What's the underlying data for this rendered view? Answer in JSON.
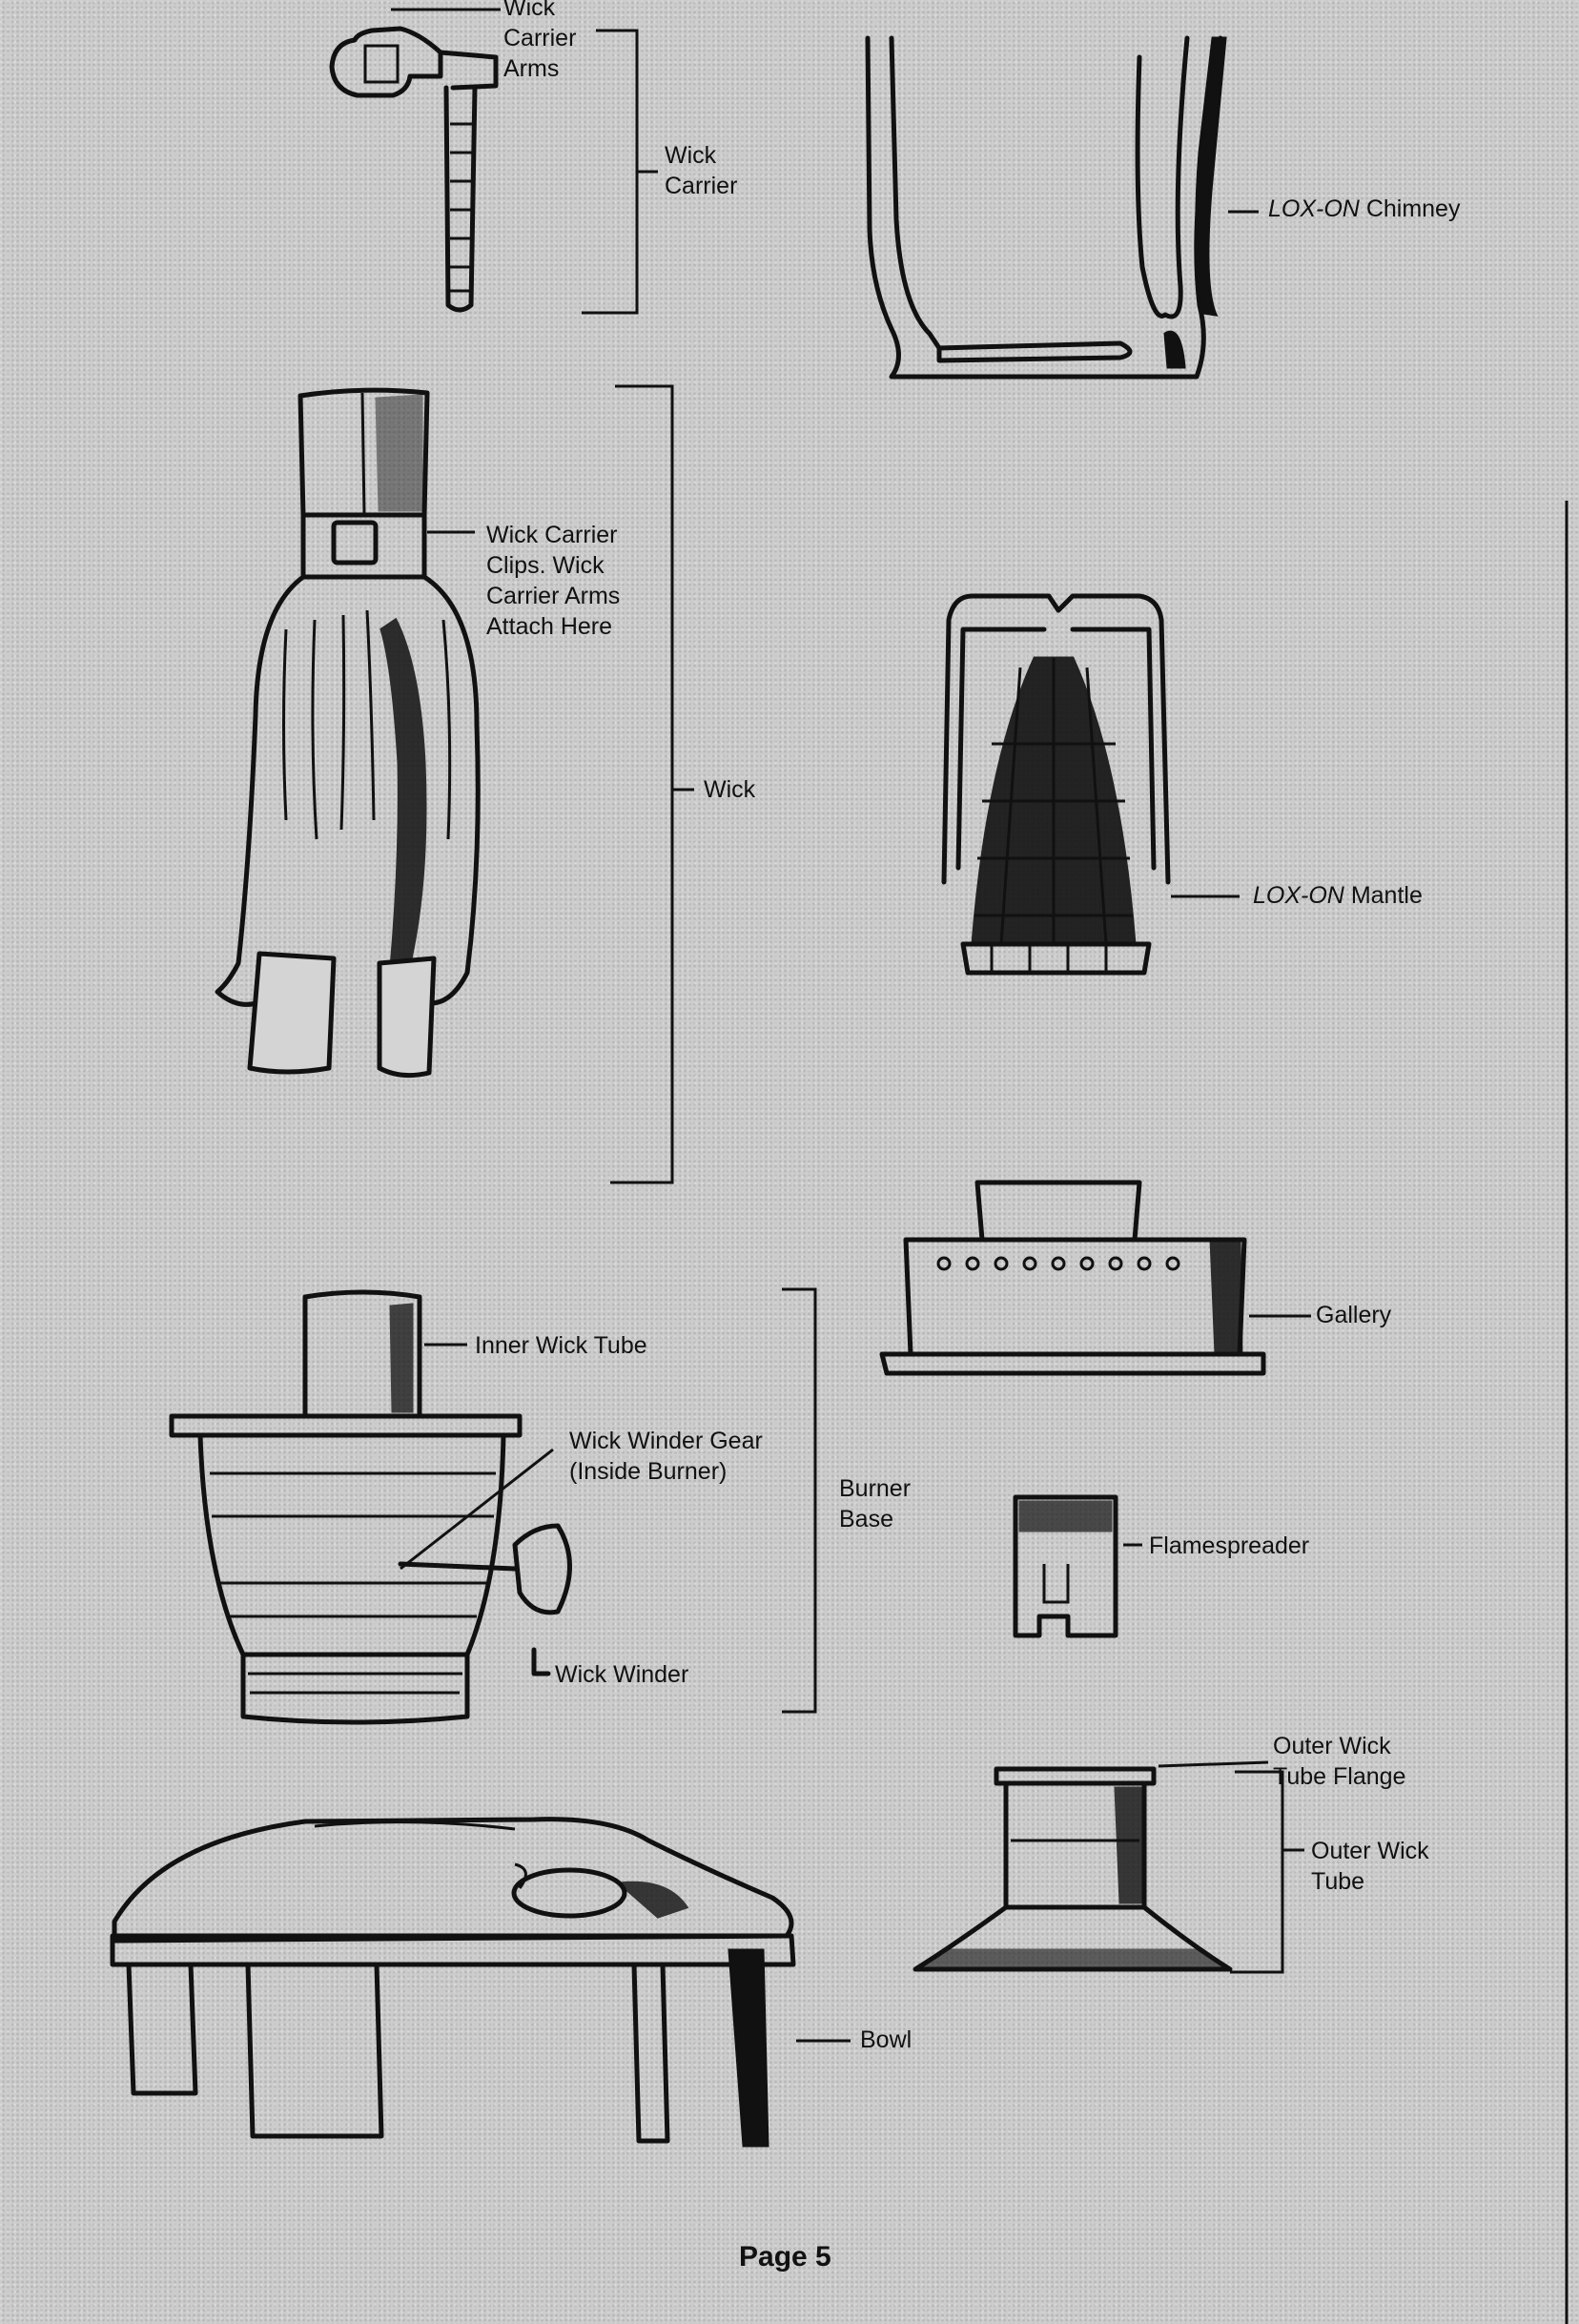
{
  "labels": {
    "wick_carrier_arms": [
      "Wick",
      "Carrier",
      "Arms"
    ],
    "wick_carrier": [
      "Wick",
      "Carrier"
    ],
    "chimney_italic": "LOX-ON",
    "chimney_rest": "Chimney",
    "wick_carrier_clips": [
      "Wick Carrier",
      "Clips. Wick",
      "Carrier Arms",
      "Attach Here"
    ],
    "wick": "Wick",
    "mantle_italic": "LOX-ON",
    "mantle_rest": "Mantle",
    "gallery": "Gallery",
    "inner_wick_tube": "Inner Wick Tube",
    "wick_winder_gear": [
      "Wick Winder Gear",
      "(Inside Burner)"
    ],
    "burner_base": [
      "Burner",
      "Base"
    ],
    "flamespreader": "Flamespreader",
    "wick_winder": "Wick Winder",
    "outer_wick_tube_flange": [
      "Outer Wick",
      "Tube Flange"
    ],
    "outer_wick_tube": [
      "Outer Wick",
      "Tube"
    ],
    "bowl": "Bowl"
  },
  "footer": {
    "page": "Page 5"
  }
}
